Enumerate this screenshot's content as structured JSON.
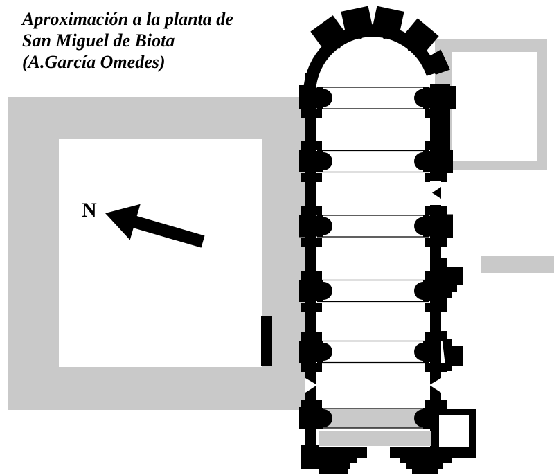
{
  "header": {
    "title_line1": "Aproximación a la planta de",
    "title_line2": "San Miguel de Biota",
    "title_line3": "(A.García Omedes)"
  },
  "compass": {
    "north_label": "N"
  },
  "colors": {
    "ink": "#000000",
    "shade_gray": "#c9c9c9",
    "background": "#ffffff"
  }
}
